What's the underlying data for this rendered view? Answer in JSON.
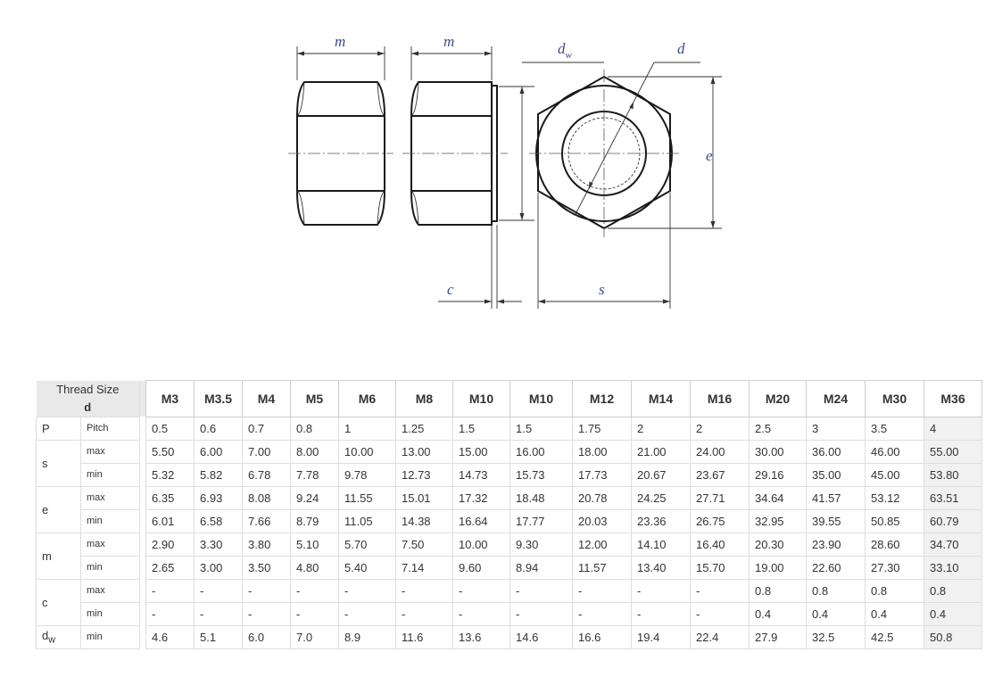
{
  "drawing": {
    "labels": {
      "m1": "m",
      "m2": "m",
      "dw": "d",
      "dw_sub": "w",
      "d": "d",
      "e": "e",
      "c": "c",
      "s": "s"
    }
  },
  "table": {
    "header": {
      "thread_size_label": "Thread Size",
      "thread_size_symbol": "d",
      "sizes": [
        "M3",
        "M3.5",
        "M4",
        "M5",
        "M6",
        "M8",
        "M10",
        "M10",
        "M12",
        "M14",
        "M16",
        "M20",
        "M24",
        "M30",
        "M36"
      ]
    },
    "rows": [
      {
        "symbol": "P",
        "sub": "Pitch",
        "values": [
          "0.5",
          "0.6",
          "0.7",
          "0.8",
          "1",
          "1.25",
          "1.5",
          "1.5",
          "1.75",
          "2",
          "2",
          "2.5",
          "3",
          "3.5",
          "4"
        ]
      },
      {
        "symbol": "s",
        "sub": "max",
        "values": [
          "5.50",
          "6.00",
          "7.00",
          "8.00",
          "10.00",
          "13.00",
          "15.00",
          "16.00",
          "18.00",
          "21.00",
          "24.00",
          "30.00",
          "36.00",
          "46.00",
          "55.00"
        ]
      },
      {
        "symbol": "",
        "sub": "min",
        "values": [
          "5.32",
          "5.82",
          "6.78",
          "7.78",
          "9.78",
          "12.73",
          "14.73",
          "15.73",
          "17.73",
          "20.67",
          "23.67",
          "29.16",
          "35.00",
          "45.00",
          "53.80"
        ]
      },
      {
        "symbol": "e",
        "sub": "max",
        "values": [
          "6.35",
          "6.93",
          "8.08",
          "9.24",
          "11.55",
          "15.01",
          "17.32",
          "18.48",
          "20.78",
          "24.25",
          "27.71",
          "34.64",
          "41.57",
          "53.12",
          "63.51"
        ]
      },
      {
        "symbol": "",
        "sub": "min",
        "values": [
          "6.01",
          "6.58",
          "7.66",
          "8.79",
          "11.05",
          "14.38",
          "16.64",
          "17.77",
          "20.03",
          "23.36",
          "26.75",
          "32.95",
          "39.55",
          "50.85",
          "60.79"
        ]
      },
      {
        "symbol": "m",
        "sub": "max",
        "values": [
          "2.90",
          "3.30",
          "3.80",
          "5.10",
          "5.70",
          "7.50",
          "10.00",
          "9.30",
          "12.00",
          "14.10",
          "16.40",
          "20.30",
          "23.90",
          "28.60",
          "34.70"
        ]
      },
      {
        "symbol": "",
        "sub": "min",
        "values": [
          "2.65",
          "3.00",
          "3.50",
          "4.80",
          "5.40",
          "7.14",
          "9.60",
          "8.94",
          "11.57",
          "13.40",
          "15.70",
          "19.00",
          "22.60",
          "27.30",
          "33.10"
        ]
      },
      {
        "symbol": "c",
        "sub": "max",
        "values": [
          "-",
          "-",
          "-",
          "-",
          "-",
          "-",
          "-",
          "-",
          "-",
          "-",
          "-",
          "0.8",
          "0.8",
          "0.8",
          "0.8"
        ]
      },
      {
        "symbol": "",
        "sub": "min",
        "values": [
          "-",
          "-",
          "-",
          "-",
          "-",
          "-",
          "-",
          "-",
          "-",
          "-",
          "-",
          "0.4",
          "0.4",
          "0.4",
          "0.4"
        ]
      },
      {
        "symbol": "d",
        "symbol_sub": "w",
        "sub": "min",
        "values": [
          "4.6",
          "5.1",
          "6.0",
          "7.0",
          "8.9",
          "11.6",
          "13.6",
          "14.6",
          "16.6",
          "19.4",
          "22.4",
          "27.9",
          "32.5",
          "42.5",
          "50.8"
        ]
      }
    ]
  }
}
